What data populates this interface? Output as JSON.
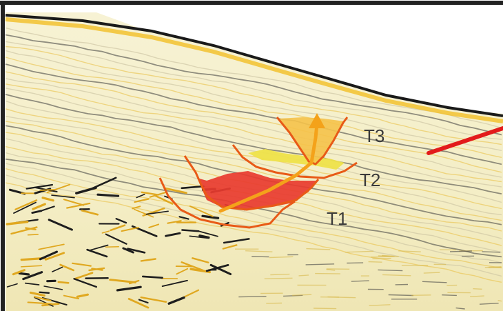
{
  "figure": {
    "labels": {
      "t1": "T1",
      "t2": "T2",
      "t3": "T3"
    },
    "colors": {
      "background_fill": "#f3eec8",
      "sky": "#ffffff",
      "seafloor_line": "#1a1a1a",
      "reflector_yellow": "#f2c230",
      "reflector_dark": "#2b2b2b",
      "t1_fill": "#e83b2f",
      "t2_fill": "#eee14a",
      "t3_fill": "#f5c24a",
      "outline_orange": "#e85a17",
      "arrow_orange": "#f4a21a",
      "red_marker": "#e31b1b",
      "frame": "#222222"
    }
  }
}
